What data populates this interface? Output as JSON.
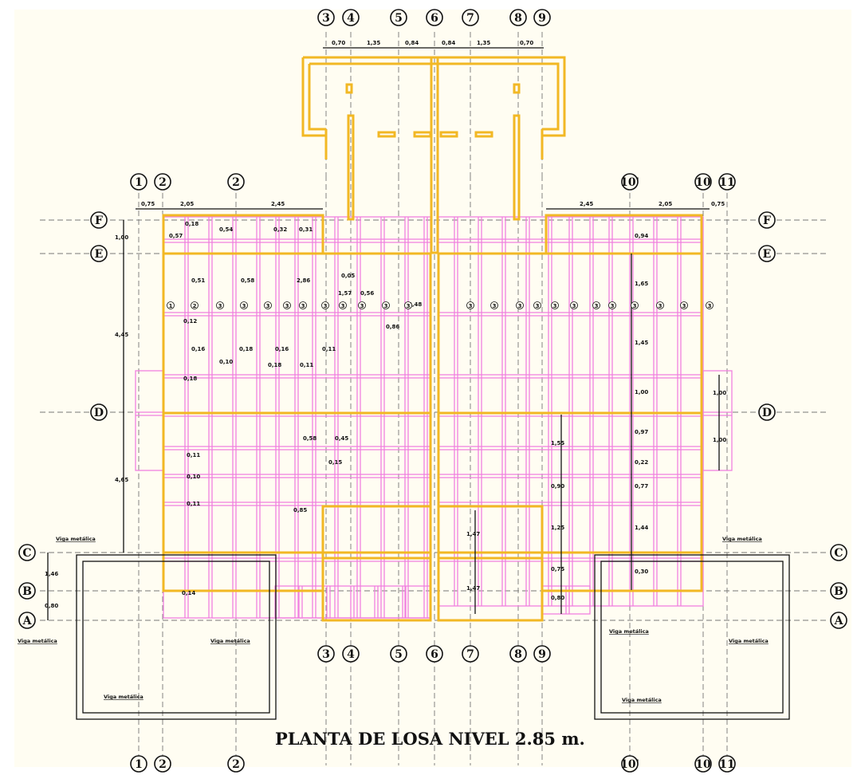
{
  "title": "PLANTA DE LOSA NIVEL 2.85 m.",
  "colors": {
    "background": "#fffdf2",
    "beam": "#f2b824",
    "joist": "#f080e0",
    "line": "#111111"
  },
  "axes": {
    "top_center": [
      "3",
      "4",
      "5",
      "6",
      "7",
      "8",
      "9"
    ],
    "bottom_center": [
      "3",
      "4",
      "5",
      "6",
      "7",
      "8",
      "9"
    ],
    "upper_left": [
      "1",
      "2",
      "2"
    ],
    "upper_right": [
      "10'",
      "10",
      "11"
    ],
    "lower": [
      "1",
      "2",
      "2",
      "10'",
      "10",
      "11"
    ],
    "rows_left": [
      "F",
      "E",
      "D",
      "C",
      "B",
      "A"
    ],
    "rows_right": [
      "F",
      "E",
      "D",
      "C",
      "B",
      "A"
    ]
  },
  "dims": {
    "top_center": [
      "0,70",
      "1,35",
      "0,84",
      "0,84",
      "1,35",
      "0,70"
    ],
    "top_left": [
      "0,75",
      "2,05",
      "2,45"
    ],
    "top_right": [
      "2,45",
      "2,05",
      "0,75"
    ],
    "left_vertical": [
      "1,00",
      "4,45",
      "4,65",
      "1,46",
      "0,80"
    ],
    "right_inner": [
      "0,94",
      "1,65",
      "1,45",
      "1,00",
      "0,97",
      "0,22",
      "0,77",
      "1,44",
      "0,30"
    ],
    "right_outer": [
      "1,00",
      "1,00"
    ],
    "right_mid": [
      "1,55",
      "0,90",
      "1,25",
      "0,75",
      "0,80"
    ],
    "center_mid": [
      "1,47",
      "1,47"
    ],
    "left_notes": [
      "0,57",
      "0,18",
      "0,54",
      "0,32",
      "0,31",
      "0,51",
      "0,58",
      "2,86",
      "0,12",
      "0,16",
      "0,18",
      "0,16",
      "0,11",
      "0,10",
      "0,18",
      "0,11",
      "0,18",
      "0,11",
      "0,10",
      "0,11",
      "0,14",
      "0,85",
      "0,58",
      "0,45",
      "0,15",
      "0,05",
      "1,57",
      "0,56",
      "0,86",
      "0,48"
    ]
  },
  "joist_marks": [
    "1",
    "2",
    "3",
    "3",
    "3",
    "3",
    "3",
    "3",
    "3",
    "3",
    "3",
    "3",
    "3",
    "3",
    "3",
    "3",
    "3",
    "3",
    "3",
    "3",
    "3",
    "3",
    "3",
    "3"
  ],
  "labels": {
    "viga": "Viga metálica"
  }
}
